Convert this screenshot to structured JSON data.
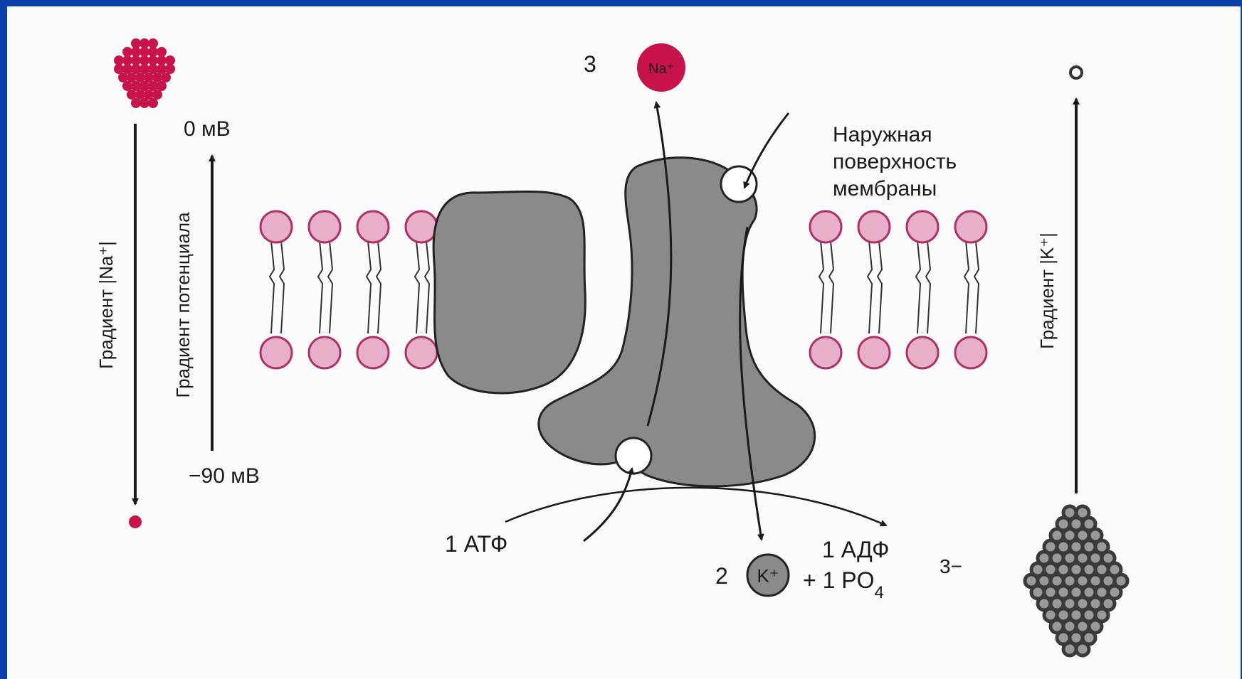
{
  "labels": {
    "na_count": "3",
    "na_ion": "Na⁺",
    "outer_surface": [
      "Наружная",
      "поверхность",
      "мембраны"
    ],
    "zero_mv": "0 мВ",
    "minus90_mv": "−90 мВ",
    "na_gradient": "Градиент |Na⁺|",
    "potential_gradient": "Градиент потенциала",
    "k_gradient": "Градиент |K⁺|",
    "atp": "1 АТФ",
    "adp": "1 АДФ",
    "k_count": "2",
    "k_ion": "K⁺",
    "phosphate_main": "+ 1 PO",
    "phosphate_sub": "4",
    "phosphate_charge": "3−"
  },
  "colors": {
    "frame": "#0b3ea8",
    "sodium": "#c8124a",
    "potassium": "#3a3a3a",
    "lipid_head": "#e8b0c8",
    "protein": "#8a8a8a"
  }
}
